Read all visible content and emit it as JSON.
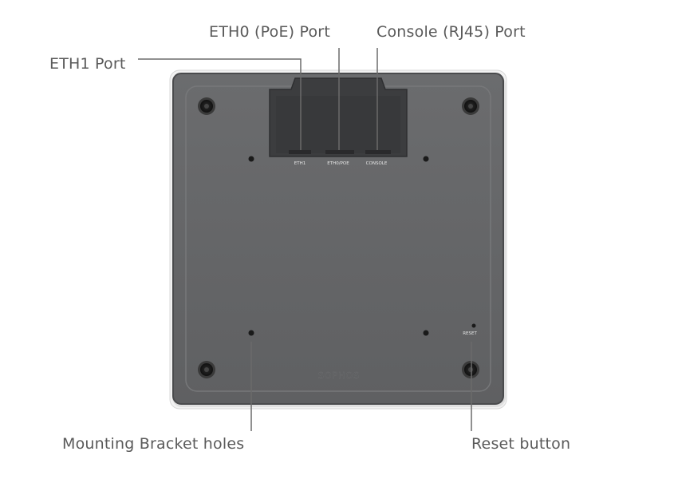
{
  "callouts": {
    "eth0": "ETH0 (PoE) Port",
    "console": "Console (RJ45) Port",
    "eth1": "ETH1 Port",
    "mounting": "Mounting Bracket holes",
    "reset": "Reset button"
  },
  "device": {
    "port_eth1": "ETH1",
    "port_eth0": "ETH0/POE",
    "port_console": "CONSOLE",
    "reset_label": "RESET",
    "brand": "SOPHOS"
  },
  "colors": {
    "body": "#666769",
    "panel": "#3c3d3f",
    "leader": "#6b6b6b",
    "text": "#5a5a5a"
  }
}
